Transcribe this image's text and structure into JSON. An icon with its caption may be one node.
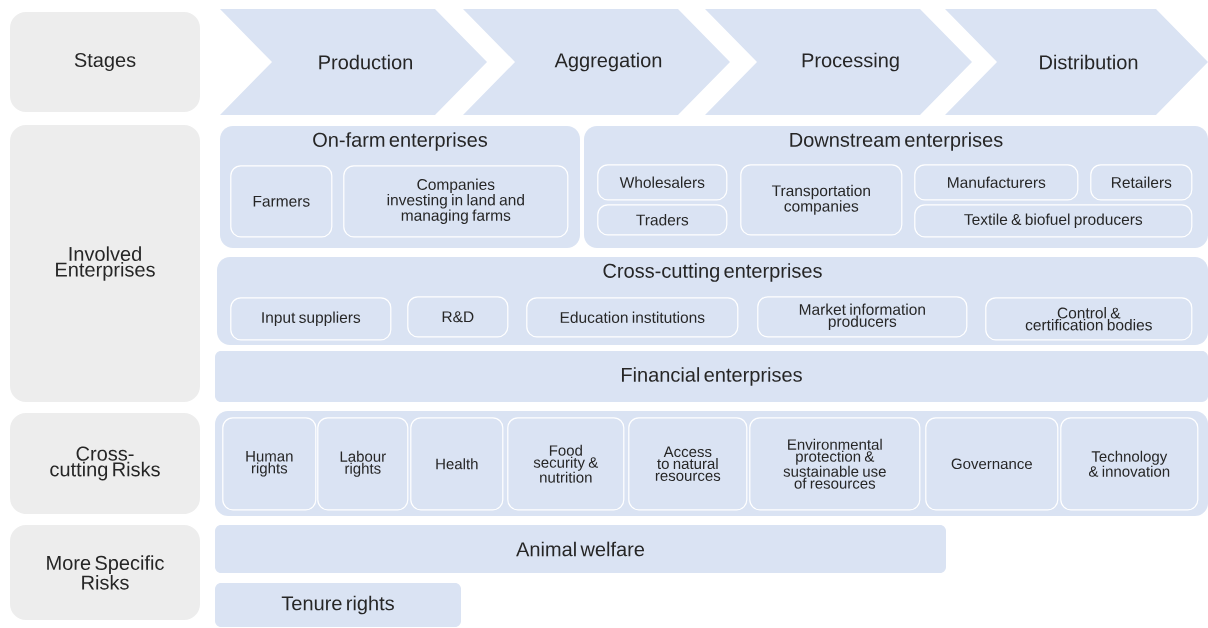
{
  "diagram": {
    "nodes": [
      {
        "text": [
          "Stages"
        ]
      },
      {
        "text": [
          "Production"
        ]
      },
      {
        "text": [
          "Aggregation"
        ]
      },
      {
        "text": [
          "Processing"
        ]
      },
      {
        "text": [
          "Distribution"
        ]
      },
      {
        "text": [
          "Involved Enterprises"
        ]
      },
      {
        "text": [
          "On-farm enterprises"
        ]
      },
      {
        "text": [
          "Farmers"
        ],
        "in": 6
      },
      {
        "text": [
          "Companies investing in land and managing farms"
        ],
        "in": 6
      },
      {
        "text": [
          "Downstream enterprises"
        ]
      },
      {
        "text": [
          "Wholesalers"
        ],
        "in": 9
      },
      {
        "text": [
          "Transportation companies"
        ],
        "in": 9
      },
      {
        "text": [
          "Manufacturers"
        ],
        "in": 9
      },
      {
        "text": [
          "Retailers"
        ],
        "in": 9
      },
      {
        "text": [
          "Traders"
        ],
        "in": 9
      },
      {
        "text": [
          "Textile & biofuel producers"
        ],
        "in": 9
      },
      {
        "text": [
          "Cross-cutting enterprises"
        ]
      },
      {
        "text": [
          "Input suppliers"
        ],
        "in": 16
      },
      {
        "text": [
          "R&D"
        ],
        "in": 16
      },
      {
        "text": [
          "Education institutions"
        ],
        "in": 16
      },
      {
        "text": [
          "Market information producers"
        ],
        "in": 16
      },
      {
        "text": [
          "Control & certification bodies"
        ],
        "in": 16
      },
      {
        "text": [
          "Financial enterprises"
        ]
      },
      {
        "text": [
          "Cross-cutting Risks"
        ]
      },
      {
        "text": [],
        "shape": "box"
      },
      {
        "text": [
          "Human rights"
        ],
        "in": 24
      },
      {
        "text": [
          "Labour rights"
        ],
        "in": 24
      },
      {
        "text": [
          "Health"
        ],
        "in": 24
      },
      {
        "text": [
          "Food security & nutrition"
        ],
        "in": 24
      },
      {
        "text": [
          "Access to natural resources"
        ],
        "in": 24
      },
      {
        "text": [
          "Environmental protection & sustainable use of resources"
        ],
        "in": 24
      },
      {
        "text": [
          "Governance"
        ],
        "in": 24
      },
      {
        "text": [
          "Technology & innovation"
        ],
        "in": 24
      },
      {
        "text": [
          "More Specific Risks"
        ]
      },
      {
        "text": [
          "Animal welfare"
        ]
      },
      {
        "text": [
          "Tenure rights"
        ]
      }
    ]
  }
}
